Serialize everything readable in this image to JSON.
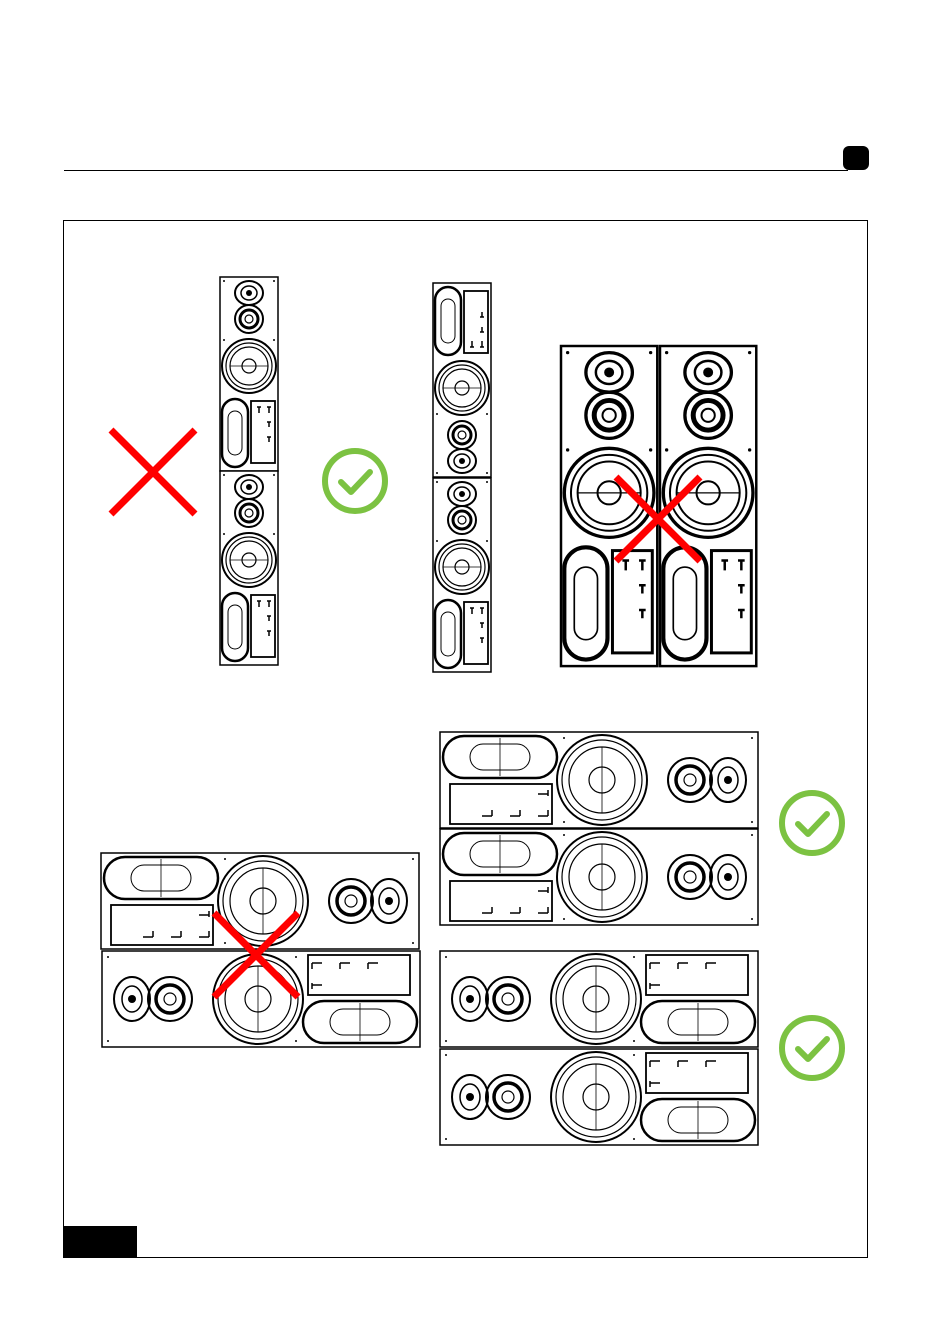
{
  "page": {
    "section_badge": "",
    "page_number": ""
  },
  "diagram": {
    "description_icons": [
      "red-cross-icon",
      "green-check-icon"
    ],
    "colors": {
      "wrong": "#ff0000",
      "right": "#7cc242",
      "line": "#000000"
    },
    "groups": [
      {
        "name": "vertical-stack-inverted",
        "verdict": "wrong"
      },
      {
        "name": "vertical-stack-mirrored",
        "verdict": "right"
      },
      {
        "name": "vertical-side-by-side",
        "verdict": "wrong"
      },
      {
        "name": "horizontal-stack-rotated",
        "verdict": "wrong"
      },
      {
        "name": "horizontal-stack-same",
        "verdict": "right"
      },
      {
        "name": "horizontal-stack-same-flipped",
        "verdict": "right"
      }
    ]
  }
}
